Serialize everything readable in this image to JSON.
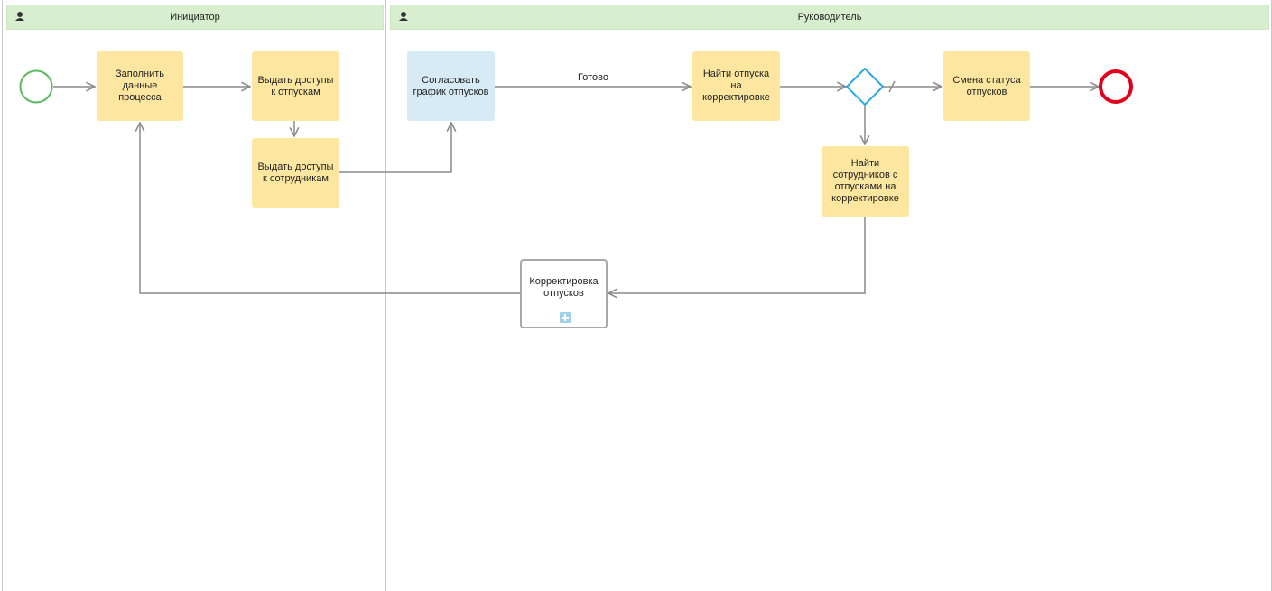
{
  "lanes": [
    {
      "label": "Инициатор",
      "icon": "user-icon"
    },
    {
      "label": "Руководитель",
      "icon": "user-icon"
    }
  ],
  "tasks": {
    "fill_data": "Заполнить данные процесса",
    "grant_vacations": "Выдать доступы к отпускам",
    "grant_employees": "Выдать доступы к сотрудникам",
    "approve_schedule": "Согласовать график отпусков",
    "find_vacations": "Найти отпуска на корректировке",
    "change_status": "Смена статуса отпусков",
    "find_employees": "Найти сотрудников с отпусками на корректировке",
    "correction": "Корректировка отпусков"
  },
  "flow_labels": {
    "done": "Готово"
  },
  "colors": {
    "lane_header": "#d8efcf",
    "user_task": "#fde7a0",
    "approve_task": "#d7ebf6",
    "start_event": "#5cb85c",
    "end_event": "#e0001b",
    "gateway": "#29a8e0",
    "flow": "#8a8a8a"
  }
}
